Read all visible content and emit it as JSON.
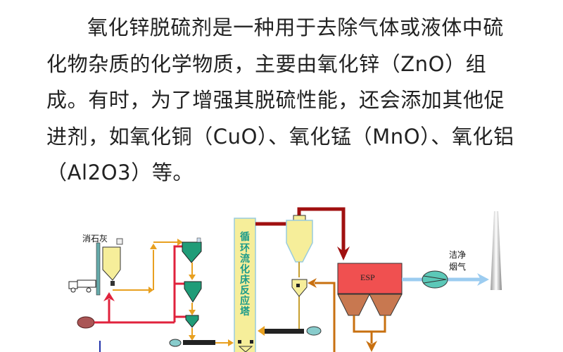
{
  "article": {
    "paragraph": "氧化锌脱硫剂是一种用于去除气体或液体中硫化物杂质的化学物质，主要由氧化锌（ZnO）组成。有时，为了增强其脱硫性能，还会添加其他促进剂，如氧化铜（CuO）、氧化锰（MnO）、氧化铝（Al2O3）等。"
  },
  "diagram": {
    "slaked_lime_label": "消石灰",
    "reactor_label": [
      "循",
      "环",
      "流",
      "化",
      "床",
      "反",
      "应",
      "塔"
    ],
    "esp_label": "ESP",
    "clean_gas_label": [
      "洁净",
      "烟气"
    ],
    "colors": {
      "red_line": "#e0223c",
      "dark_red": "#a01010",
      "orange": "#e8a020",
      "brown": "#c87010",
      "esp": "#f05050",
      "silo": "#f6ee9a",
      "green_hopper": "#1f9c78",
      "blue_flow": "#9cccf0"
    }
  }
}
